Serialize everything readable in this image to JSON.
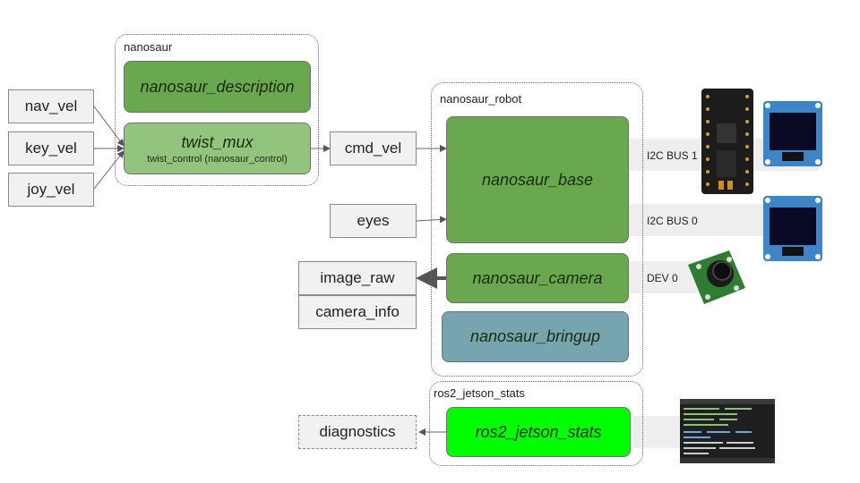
{
  "groups": {
    "nanosaur": "nanosaur",
    "nanosaur_robot": "nanosaur_robot",
    "ros2_jetson_stats": "ros2_jetson_stats"
  },
  "nodes": {
    "nanosaur_description": "nanosaur_description",
    "twist_mux": "twist_mux",
    "twist_mux_sub": "twist_control (nanosaur_control)",
    "nanosaur_base": "nanosaur_base",
    "nanosaur_camera": "nanosaur_camera",
    "nanosaur_bringup": "nanosaur_bringup",
    "ros2_jetson_stats": "ros2_jetson_stats"
  },
  "topics": {
    "nav_vel": "nav_vel",
    "key_vel": "key_vel",
    "joy_vel": "joy_vel",
    "cmd_vel": "cmd_vel",
    "eyes": "eyes",
    "image_raw": "image_raw",
    "camera_info": "camera_info",
    "diagnostics": "diagnostics"
  },
  "hardware": {
    "i2c_bus_1": "I2C BUS 1",
    "i2c_bus_0": "I2C BUS 0",
    "dev_0": "DEV 0"
  },
  "colors": {
    "dark_green": "#6aa84f",
    "light_green": "#93c47d",
    "teal": "#76a5af",
    "bright_green": "#00ff00",
    "oled_blue": "#3d85c6"
  }
}
